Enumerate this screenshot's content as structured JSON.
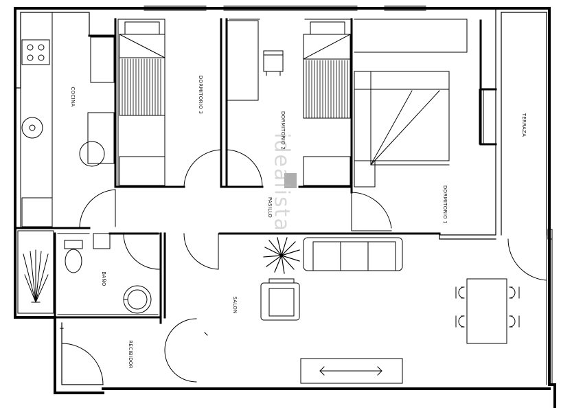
{
  "plan": {
    "rooms": {
      "cocina": "COCINA",
      "dormitorio3": "DORMITORIO 3",
      "dormitorio2": "DORMITORIO 2",
      "dormitorio1": "DORMITORIO 1",
      "terraza": "TERRAZA",
      "pasillo": "PASILLO",
      "bano": "BAÑO",
      "salon": "SALON",
      "recibidor": "RECIBIDOR"
    },
    "watermark": "idealista"
  }
}
